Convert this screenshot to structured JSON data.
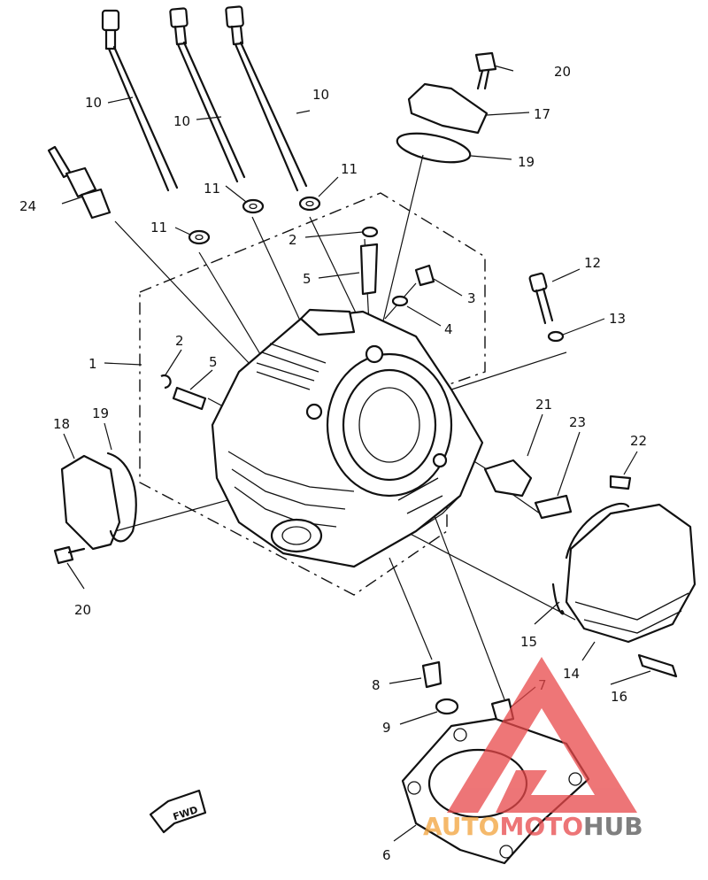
{
  "callouts": {
    "c1": "1",
    "c2a": "2",
    "c2b": "2",
    "c3": "3",
    "c4": "4",
    "c5a": "5",
    "c5b": "5",
    "c6": "6",
    "c7": "7",
    "c8": "8",
    "c9": "9",
    "c10a": "10",
    "c10b": "10",
    "c10c": "10",
    "c11a": "11",
    "c11b": "11",
    "c11c": "11",
    "c12": "12",
    "c13": "13",
    "c14": "14",
    "c15": "15",
    "c16": "16",
    "c17": "17",
    "c18": "18",
    "c19a": "19",
    "c19b": "19",
    "c20a": "20",
    "c20b": "20",
    "c21": "21",
    "c22": "22",
    "c23": "23",
    "c24": "24"
  },
  "fwd_label": "FWD",
  "watermark": {
    "part1": "AUTO",
    "part2": "MOTO",
    "part3": "HUB",
    "color_orange": "#f2a23a",
    "color_red": "#e8484a",
    "color_gray": "#555555"
  }
}
